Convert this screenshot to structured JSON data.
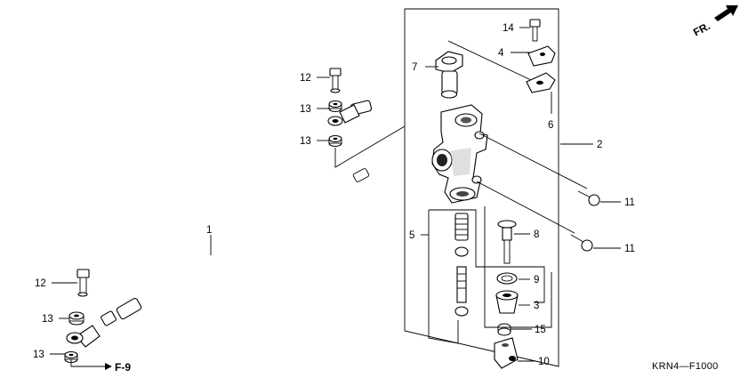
{
  "diagram_code": "KRN4—F1000",
  "orientation_label": "FR.",
  "reference_label": "F-9",
  "callouts": {
    "p1": "1",
    "p2": "2",
    "p3": "3",
    "p4": "4",
    "p5": "5",
    "p6": "6",
    "p7": "7",
    "p8": "8",
    "p9": "9",
    "p10": "10",
    "p11a": "11",
    "p11b": "11",
    "p12a": "12",
    "p12b": "12",
    "p13a": "13",
    "p13b": "13",
    "p13c": "13",
    "p13d": "13",
    "p14": "14",
    "p15": "15"
  }
}
